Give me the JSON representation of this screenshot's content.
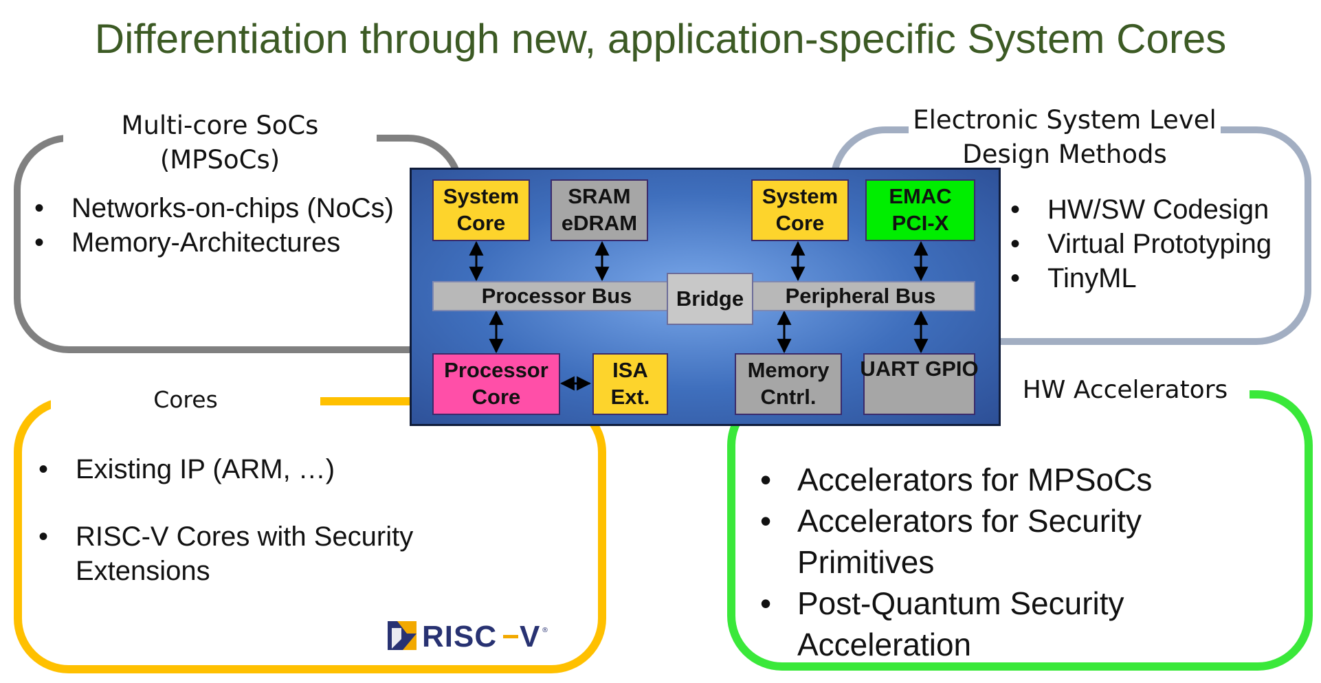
{
  "title": "Differentiation through new, application-specific System Cores",
  "groups": {
    "mpsoc": {
      "caption_line1": "Multi-core SoCs",
      "caption_line2": "(MPSoCs)",
      "color": "#808080",
      "items": [
        "Networks-on-chips (NoCs)",
        "Memory-Architectures"
      ]
    },
    "esl": {
      "caption_line1": "Electronic System Level",
      "caption_line2": "Design Methods",
      "color": "#a2aec2",
      "items": [
        "HW/SW Codesign",
        "Virtual Prototyping",
        "TinyML"
      ]
    },
    "cores": {
      "caption": "Cores",
      "color": "#ffc000",
      "items": [
        "Existing IP (ARM, …)",
        "RISC-V Cores with Security Extensions"
      ]
    },
    "accelerators": {
      "caption": "HW Accelerators",
      "color": "#3ae83a",
      "items": [
        "Accelerators for MPSoCs",
        "Accelerators for Security Primitives",
        "Post-Quantum Security Acceleration"
      ]
    }
  },
  "soc": {
    "system_core_1": {
      "line1": "System",
      "line2": "Core"
    },
    "sram": {
      "line1": "SRAM",
      "line2": "eDRAM"
    },
    "system_core_2": {
      "line1": "System",
      "line2": "Core"
    },
    "emac": {
      "line1": "EMAC",
      "line2": "PCI-X"
    },
    "processor_bus": "Processor Bus",
    "bridge": "Bridge",
    "peripheral_bus": "Peripheral Bus",
    "processor_core": {
      "line1": "Processor",
      "line2": "Core"
    },
    "isa": {
      "line1": "ISA",
      "line2": "Ext."
    },
    "memory_cntrl": {
      "line1": "Memory",
      "line2": "Cntrl."
    },
    "uart_gpio": "UART GPIO"
  },
  "logo": {
    "text": "RISC-V",
    "brand_blue": "#283272",
    "brand_yellow": "#f2a900"
  }
}
